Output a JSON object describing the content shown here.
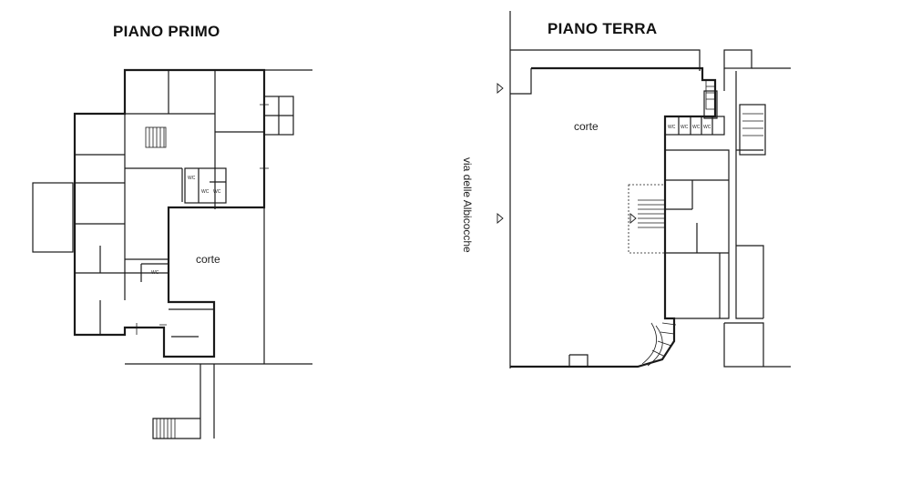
{
  "titles": {
    "first_floor": "PIANO PRIMO",
    "ground_floor": "PIANO TERRA"
  },
  "first_floor": {
    "courtyard_label": "corte",
    "wc_labels": [
      "WC",
      "WC",
      "WC",
      "WC"
    ]
  },
  "ground_floor": {
    "courtyard_label": "corte",
    "street_label": "via delle Albicocche",
    "wc_labels": [
      "WC",
      "WC",
      "WC",
      "WC"
    ]
  },
  "colors": {
    "wall": "#1a1a1a",
    "line": "#333333",
    "stair_fill": "#e8e8e8",
    "paper": "#ffffff"
  }
}
